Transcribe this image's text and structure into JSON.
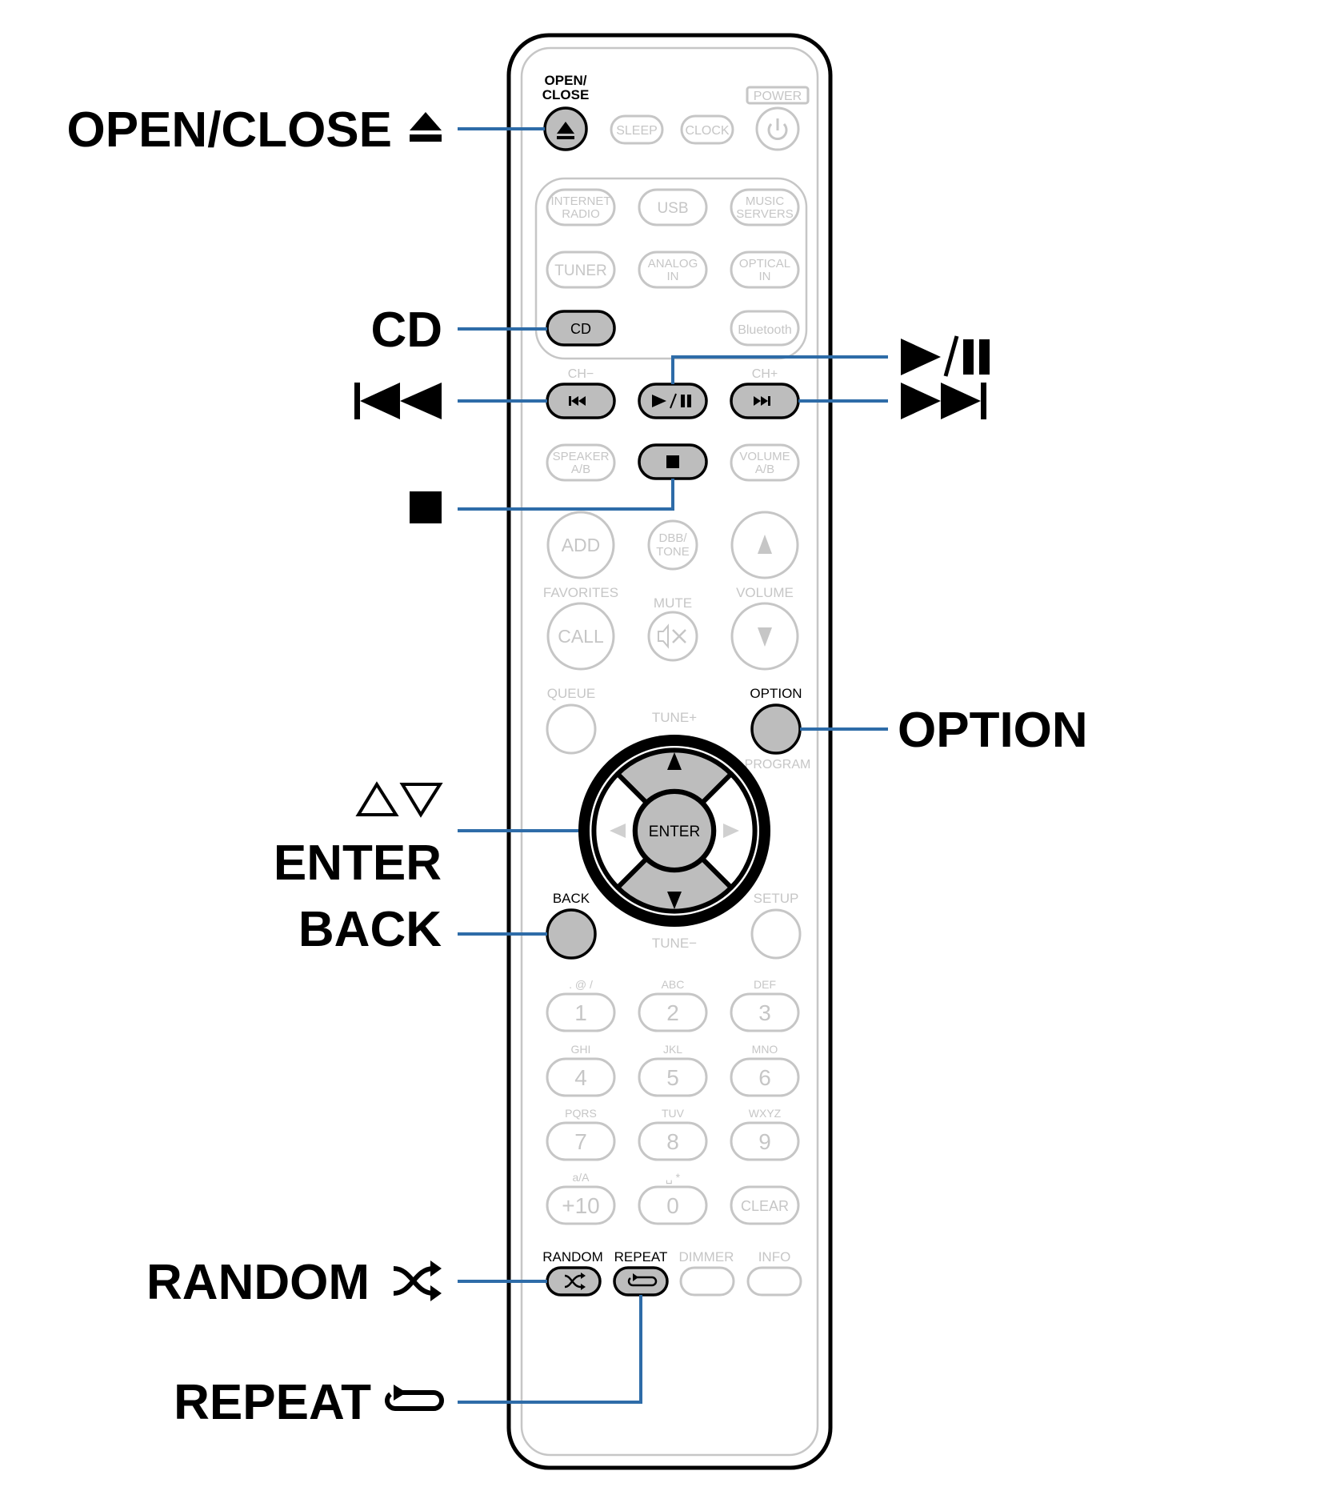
{
  "callouts": {
    "open_close": "OPEN/CLOSE",
    "cd": "CD",
    "option": "OPTION",
    "enter": "ENTER",
    "back": "BACK",
    "random": "RANDOM",
    "repeat": "REPEAT"
  },
  "remote": {
    "top": {
      "open_close_line1": "OPEN/",
      "open_close_line2": "CLOSE",
      "sleep": "SLEEP",
      "clock": "CLOCK",
      "power": "POWER"
    },
    "sources": {
      "internet_radio_1": "INTERNET",
      "internet_radio_2": "RADIO",
      "usb": "USB",
      "music_servers_1": "MUSIC",
      "music_servers_2": "SERVERS",
      "tuner": "TUNER",
      "analog_in_1": "ANALOG",
      "analog_in_2": "IN",
      "optical_in_1": "OPTICAL",
      "optical_in_2": "IN",
      "cd": "CD",
      "bluetooth": "Bluetooth"
    },
    "transport": {
      "ch_minus": "CH−",
      "ch_plus": "CH+"
    },
    "speaker_1": "SPEAKER",
    "speaker_2": "A/B",
    "volume_ab_1": "VOLUME",
    "volume_ab_2": "A/B",
    "add": "ADD",
    "dbb_1": "DBB/",
    "dbb_2": "TONE",
    "favorites": "FAVORITES",
    "mute": "MUTE",
    "volume": "VOLUME",
    "call": "CALL",
    "queue": "QUEUE",
    "option": "OPTION",
    "tune_plus": "TUNE+",
    "program": "PROGRAM",
    "enter": "ENTER",
    "back": "BACK",
    "setup": "SETUP",
    "tune_minus": "TUNE−",
    "keypad": [
      {
        "sub": ". @ /",
        "num": "1"
      },
      {
        "sub": "ABC",
        "num": "2"
      },
      {
        "sub": "DEF",
        "num": "3"
      },
      {
        "sub": "GHI",
        "num": "4"
      },
      {
        "sub": "JKL",
        "num": "5"
      },
      {
        "sub": "MNO",
        "num": "6"
      },
      {
        "sub": "PQRS",
        "num": "7"
      },
      {
        "sub": "TUV",
        "num": "8"
      },
      {
        "sub": "WXYZ",
        "num": "9"
      },
      {
        "sub": "a/A",
        "num": "+10"
      },
      {
        "sub": "␣ *",
        "num": "0"
      },
      {
        "sub": "",
        "num": "CLEAR"
      }
    ],
    "bottom": {
      "random": "RANDOM",
      "repeat": "REPEAT",
      "dimmer": "DIMMER",
      "info": "INFO"
    }
  },
  "colors": {
    "callout_line": "#2e6ca8",
    "highlight_fill": "#bdbdbd",
    "inactive": "#c6c6c6"
  }
}
